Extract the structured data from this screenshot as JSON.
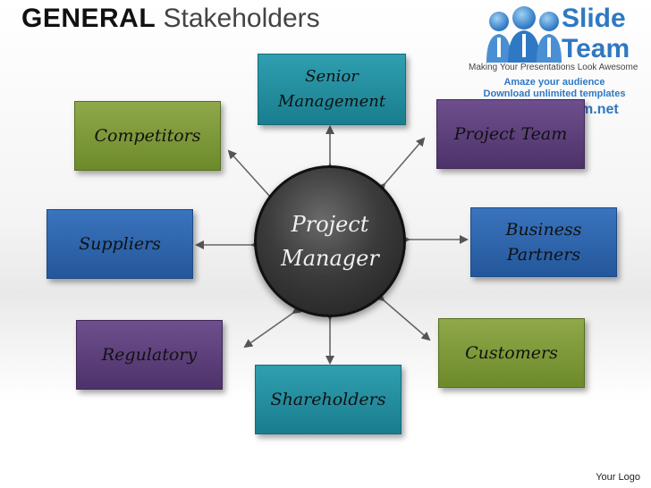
{
  "title": {
    "bold": "GENERAL",
    "light": "Stakeholders"
  },
  "logo": {
    "line1": "Slide",
    "line2": "Team",
    "tagline": "Making Your Presentations Look Awesome",
    "promo1": "Amaze your audience",
    "promo2": "Download unlimited templates",
    "url": "www.slideteam.net"
  },
  "center": {
    "line1": "Project",
    "line2": "Manager"
  },
  "nodes": {
    "senior": "Senior Management",
    "project_team": "Project Team",
    "business": "Business Partners",
    "customers": "Customers",
    "shareholders": "Shareholders",
    "regulatory": "Regulatory",
    "suppliers": "Suppliers",
    "competitors": "Competitors"
  },
  "footer": "Your Logo",
  "colors": {
    "green": "#7d9a3a",
    "teal": "#2589a0",
    "purple": "#5c3f7c",
    "blue": "#2d66ad",
    "logo_blue": "#2f78c3"
  }
}
